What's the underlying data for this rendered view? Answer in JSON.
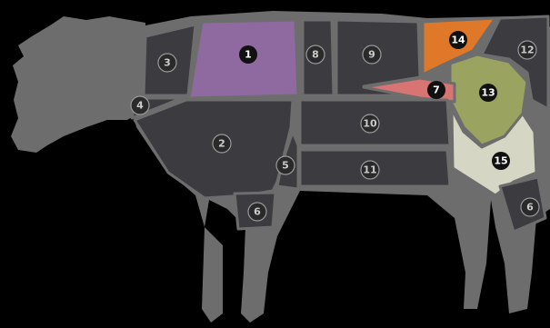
{
  "cuts": [
    {
      "id": "1",
      "color": "#8e6aa0"
    },
    {
      "id": "2",
      "color": "#3c3c40"
    },
    {
      "id": "3",
      "color": "#3c3c40"
    },
    {
      "id": "4",
      "color": "#3c3c40"
    },
    {
      "id": "5",
      "color": "#3c3c40"
    },
    {
      "id": "6",
      "color": "#3c3c40"
    },
    {
      "id": "6",
      "color": "#3c3c40"
    },
    {
      "id": "7",
      "color": "#d97474"
    },
    {
      "id": "8",
      "color": "#3c3c40"
    },
    {
      "id": "9",
      "color": "#3c3c40"
    },
    {
      "id": "10",
      "color": "#3c3c40"
    },
    {
      "id": "11",
      "color": "#3c3c40"
    },
    {
      "id": "12",
      "color": "#3c3c40"
    },
    {
      "id": "13",
      "color": "#9aa460"
    },
    {
      "id": "14",
      "color": "#e0782a"
    },
    {
      "id": "15",
      "color": "#d6d6c4"
    }
  ],
  "colors": {
    "background": "#000000",
    "body_outline": "#6d6d6d",
    "head": "#6d6d6d",
    "default_cut": "#3c3c40"
  }
}
